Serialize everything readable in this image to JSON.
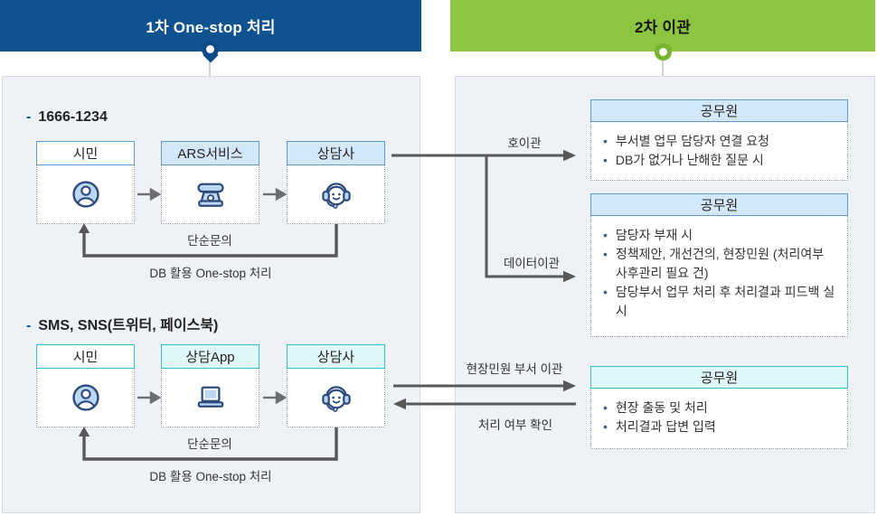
{
  "headers": {
    "primary": "1차 One-stop 처리",
    "secondary": "2차 이관"
  },
  "colors": {
    "primary_header_bg": "#0E5290",
    "secondary_header_bg": "#8CC540",
    "blue_accent": "#5B9BD5",
    "blue_fill": "#D2E8F8",
    "teal_accent": "#33C1C8",
    "teal_fill": "#E0F7F8",
    "panel_bg": "#EEF1F6",
    "wire_gray": "#5B5B5B"
  },
  "left_panel": {
    "flows": [
      {
        "section_label": "1666-1234",
        "nodes": [
          {
            "label": "시민",
            "icon": "person-icon"
          },
          {
            "label": "ARS서비스",
            "icon": "phone-icon"
          },
          {
            "label": "상담사",
            "icon": "headset-icon"
          }
        ],
        "loop_top_label": "단순문의",
        "loop_bottom_label": "DB 활용 One-stop 처리"
      },
      {
        "section_label": "SMS, SNS(트위터, 페이스북)",
        "nodes": [
          {
            "label": "시민",
            "icon": "person-icon"
          },
          {
            "label": "상담App",
            "icon": "laptop-icon"
          },
          {
            "label": "상담사",
            "icon": "headset-icon"
          }
        ],
        "loop_top_label": "단순문의",
        "loop_bottom_label": "DB 활용 One-stop 처리"
      }
    ]
  },
  "right_panel": {
    "boxes": [
      {
        "title": "공무원",
        "bullets": [
          "부서별 업무 담당자 연결 요청",
          "DB가 없거나 난해한 질문 시"
        ]
      },
      {
        "title": "공무원",
        "bullets": [
          "담당자 부재 시",
          "정책제안, 개선건의, 현장민원 (처리여부 사후관리 필요 건)",
          "담당부서 업무 처리 후 처리결과 피드백 실시"
        ]
      },
      {
        "title": "공무원",
        "bullets": [
          "현장 출동 및 처리",
          "처리결과 답변 입력"
        ]
      }
    ]
  },
  "transfer_labels": {
    "call": "호이관",
    "data": "데이터이관",
    "field": "현장민원 부서 이관",
    "check": "처리 여부 확인"
  }
}
